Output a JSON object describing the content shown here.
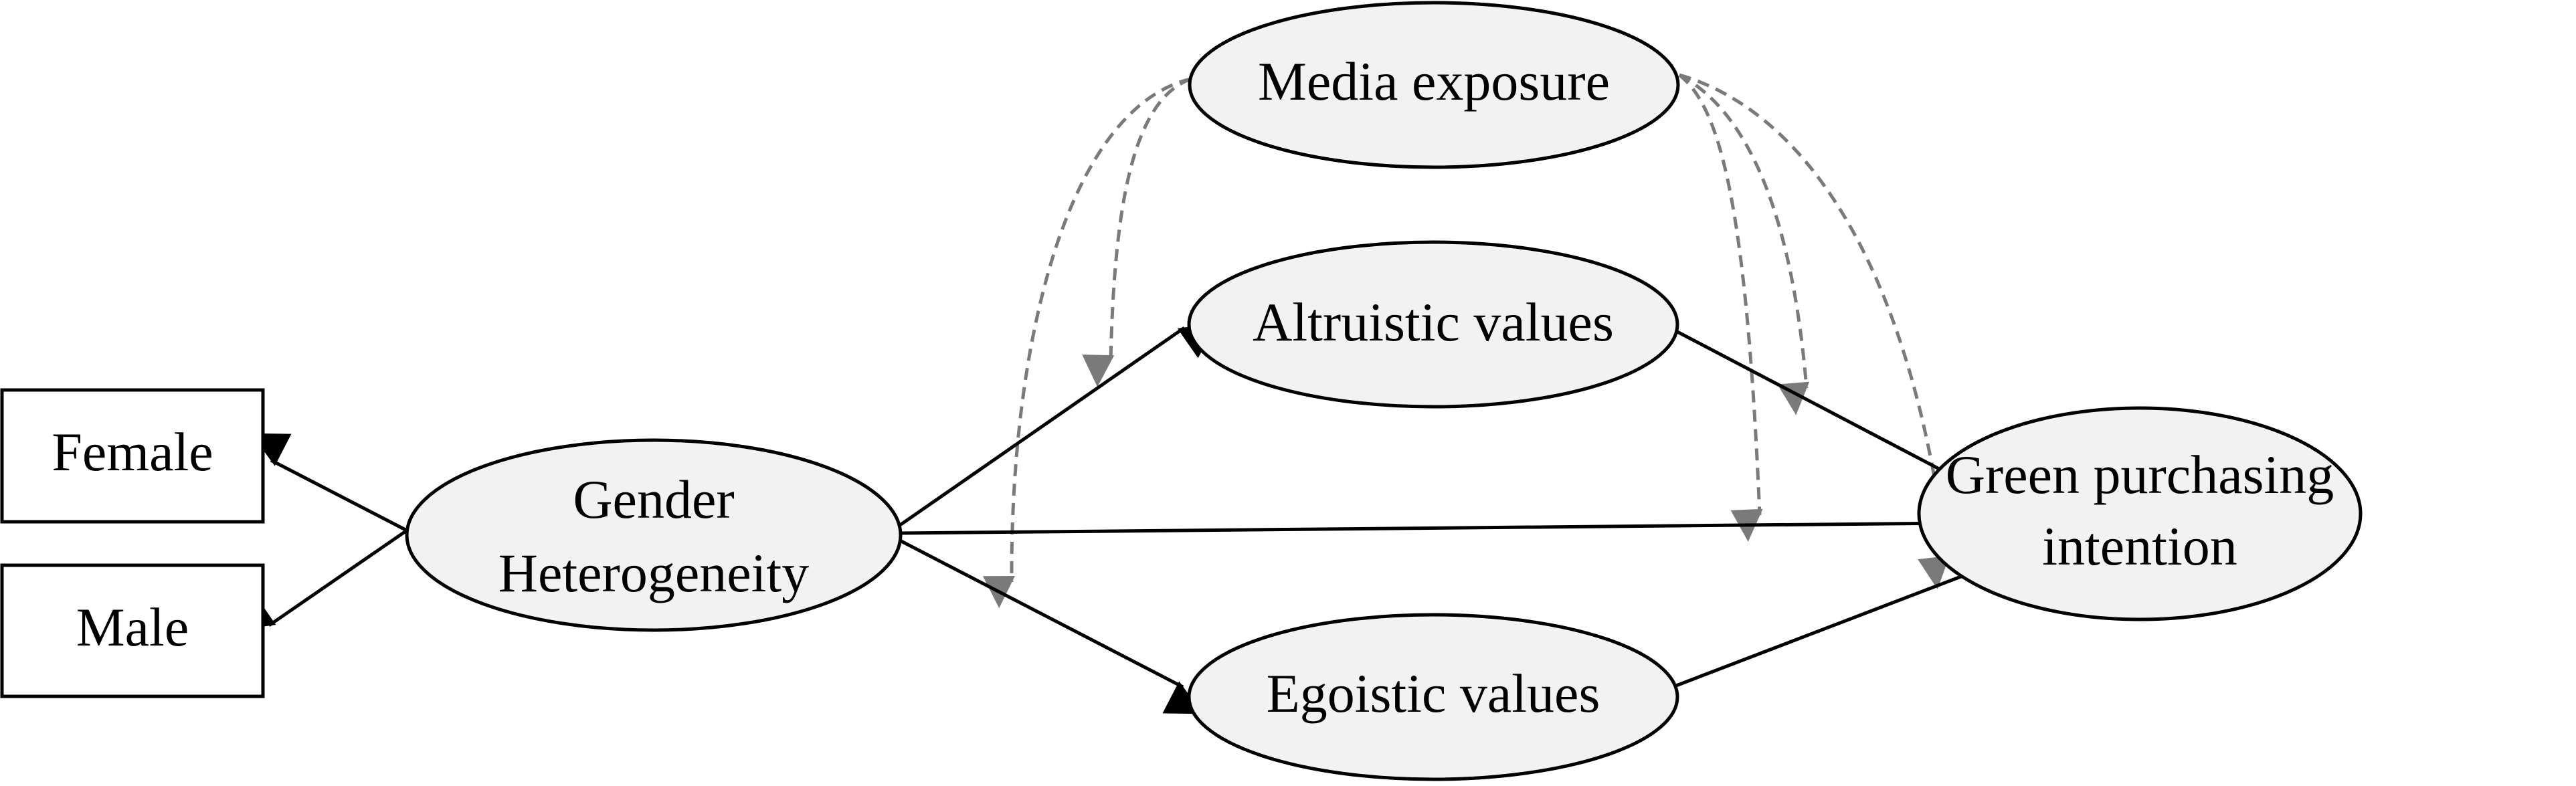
{
  "diagram": {
    "nodes": {
      "female": "Female",
      "male": "Male",
      "gender_line1": "Gender",
      "gender_line2": "Heterogeneity",
      "media": "Media exposure",
      "altruistic": "Altruistic values",
      "egoistic": "Egoistic values",
      "green_line1": "Green purchasing",
      "green_line2": "intention"
    }
  }
}
